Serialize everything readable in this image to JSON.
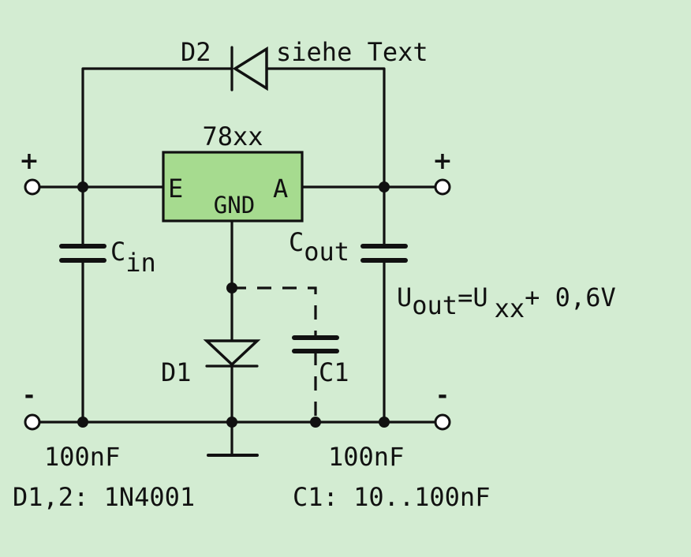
{
  "colors": {
    "background": "#d3ecd2",
    "regulator_fill": "#a6db8f",
    "ink": "#111111"
  },
  "regulator": {
    "type": "78xx",
    "pin_left": "E",
    "pin_right": "A",
    "pin_bottom": "GND"
  },
  "diode_d2": {
    "name": "D2",
    "note": "siehe Text"
  },
  "capacitors": {
    "cin": {
      "base": "C",
      "sub": "in",
      "value": "100nF"
    },
    "cout": {
      "base": "C",
      "sub": "out",
      "value": "100nF"
    },
    "c1": {
      "name": "C1"
    }
  },
  "diode_d1": {
    "name": "D1"
  },
  "terminals": {
    "plus_left": "+",
    "plus_right": "+",
    "minus_left": "-",
    "minus_right": "-"
  },
  "formula": {
    "lhs_base": "U",
    "lhs_sub": "out",
    "eq": "=",
    "rhs_base": "U",
    "rhs_sub": "xx",
    "tail": "+ 0,6V"
  },
  "notes": {
    "diodes": "D1,2: 1N4001",
    "c1": "C1: 10..100nF"
  }
}
